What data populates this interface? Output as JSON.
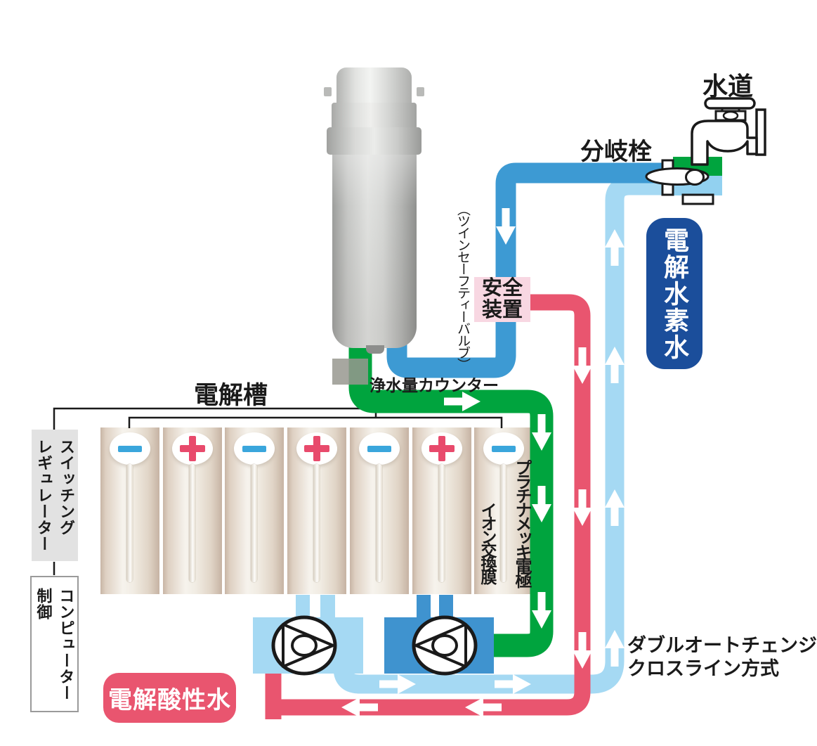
{
  "diagram": {
    "tap_water_label": "水道",
    "branch_valve_label": "分岐栓",
    "hydrogen_water_label": "電解水素水",
    "twin_safety_valve_label": "（ツインセーフティーバルブ）",
    "safety_device_lines": [
      "安全",
      "装置"
    ],
    "water_counter_label": "浄水量カウンター",
    "electrolysis_tank_label": "電解槽",
    "switching_regulator_lines": [
      "スイッチング",
      "レギュレーター"
    ],
    "computer_control_lines": [
      "コンピューター",
      "制御"
    ],
    "acidic_water_label": "電解酸性水",
    "platinum_electrode_label": "プラチナメッキ電極",
    "ion_membrane_label": "イオン交換膜",
    "system_lines": [
      "ダブルオートチェンジ",
      "クロスライン方式"
    ],
    "electrodes": [
      "minus",
      "plus",
      "minus",
      "plus",
      "minus",
      "plus",
      "minus"
    ],
    "colors": {
      "tap_line": "#3d9ad3",
      "hydrogen_return_line": "#a5d9f3",
      "purified_line": "#00a43e",
      "acidic_line": "#e9556f",
      "hydrogen_label_bg": "#1b4e9b",
      "acidic_label_bg": "#e9556f",
      "safety_label_bg": "#f8d7e2",
      "minus_terminal": "#3aa6dc",
      "plus_terminal": "#e84a6c",
      "pump_left_bg": "#a5d9f3",
      "pump_right_bg": "#3f93cf"
    }
  }
}
